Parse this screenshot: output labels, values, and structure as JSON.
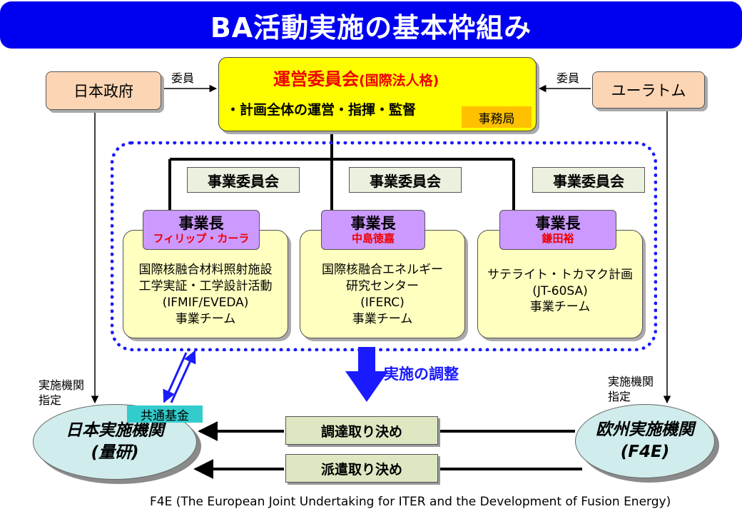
{
  "title": "BA活動実施の基本枠組み",
  "japan_gov": "日本政府",
  "euratom": "ユーラトム",
  "member_label_left": "委員",
  "member_label_right": "委員",
  "council": {
    "title": "運営委員会",
    "title_note": "(国際法人格)",
    "description": "・計画全体の運営・指揮・監督",
    "secretariat": "事務局"
  },
  "projects": [
    {
      "committee": "事業委員会",
      "leader_title": "事業長",
      "leader_name": "フィリップ・カーラ",
      "lines": [
        "国際核融合材料照射施設",
        "工学実証・工学設計活動",
        "(IFMIF/EVEDA)",
        "事業チーム"
      ]
    },
    {
      "committee": "事業委員会",
      "leader_title": "事業長",
      "leader_name": "中島徳嘉",
      "lines": [
        "国際核融合エネルギー",
        "研究センター",
        "(IFERC)",
        "事業チーム"
      ]
    },
    {
      "committee": "事業委員会",
      "leader_title": "事業長",
      "leader_name": "鎌田裕",
      "lines": [
        "サテライト・トカマク計画",
        "(JT-60SA)",
        "事業チーム"
      ]
    }
  ],
  "coordination_label": "実施の調整",
  "designation_left": [
    "実施機関",
    "指定"
  ],
  "designation_right": [
    "実施機関",
    "指定"
  ],
  "japan_agency": [
    "日本実施機関",
    "(量研)"
  ],
  "eu_agency": [
    "欧州実施機関",
    "(F4E)"
  ],
  "common_fund": "共通基金",
  "arrangements": [
    "調達取り決め",
    "派遣取り決め"
  ],
  "footnote": "F4E (The European Joint Undertaking for ITER and the Development of Fusion Energy)",
  "colors": {
    "title_bar": "#0000f0",
    "council": "#ffff00",
    "party": "#fcd5b4",
    "committee": "#ebf1de",
    "project": "#ffffc0",
    "leader": "#cc99ff",
    "agency": "#d0ecec",
    "fund": "#33cccc",
    "arrangement": "#dde7c2",
    "arrow_blue": "#1a1aff",
    "leader_name_red": "#ee0000"
  }
}
